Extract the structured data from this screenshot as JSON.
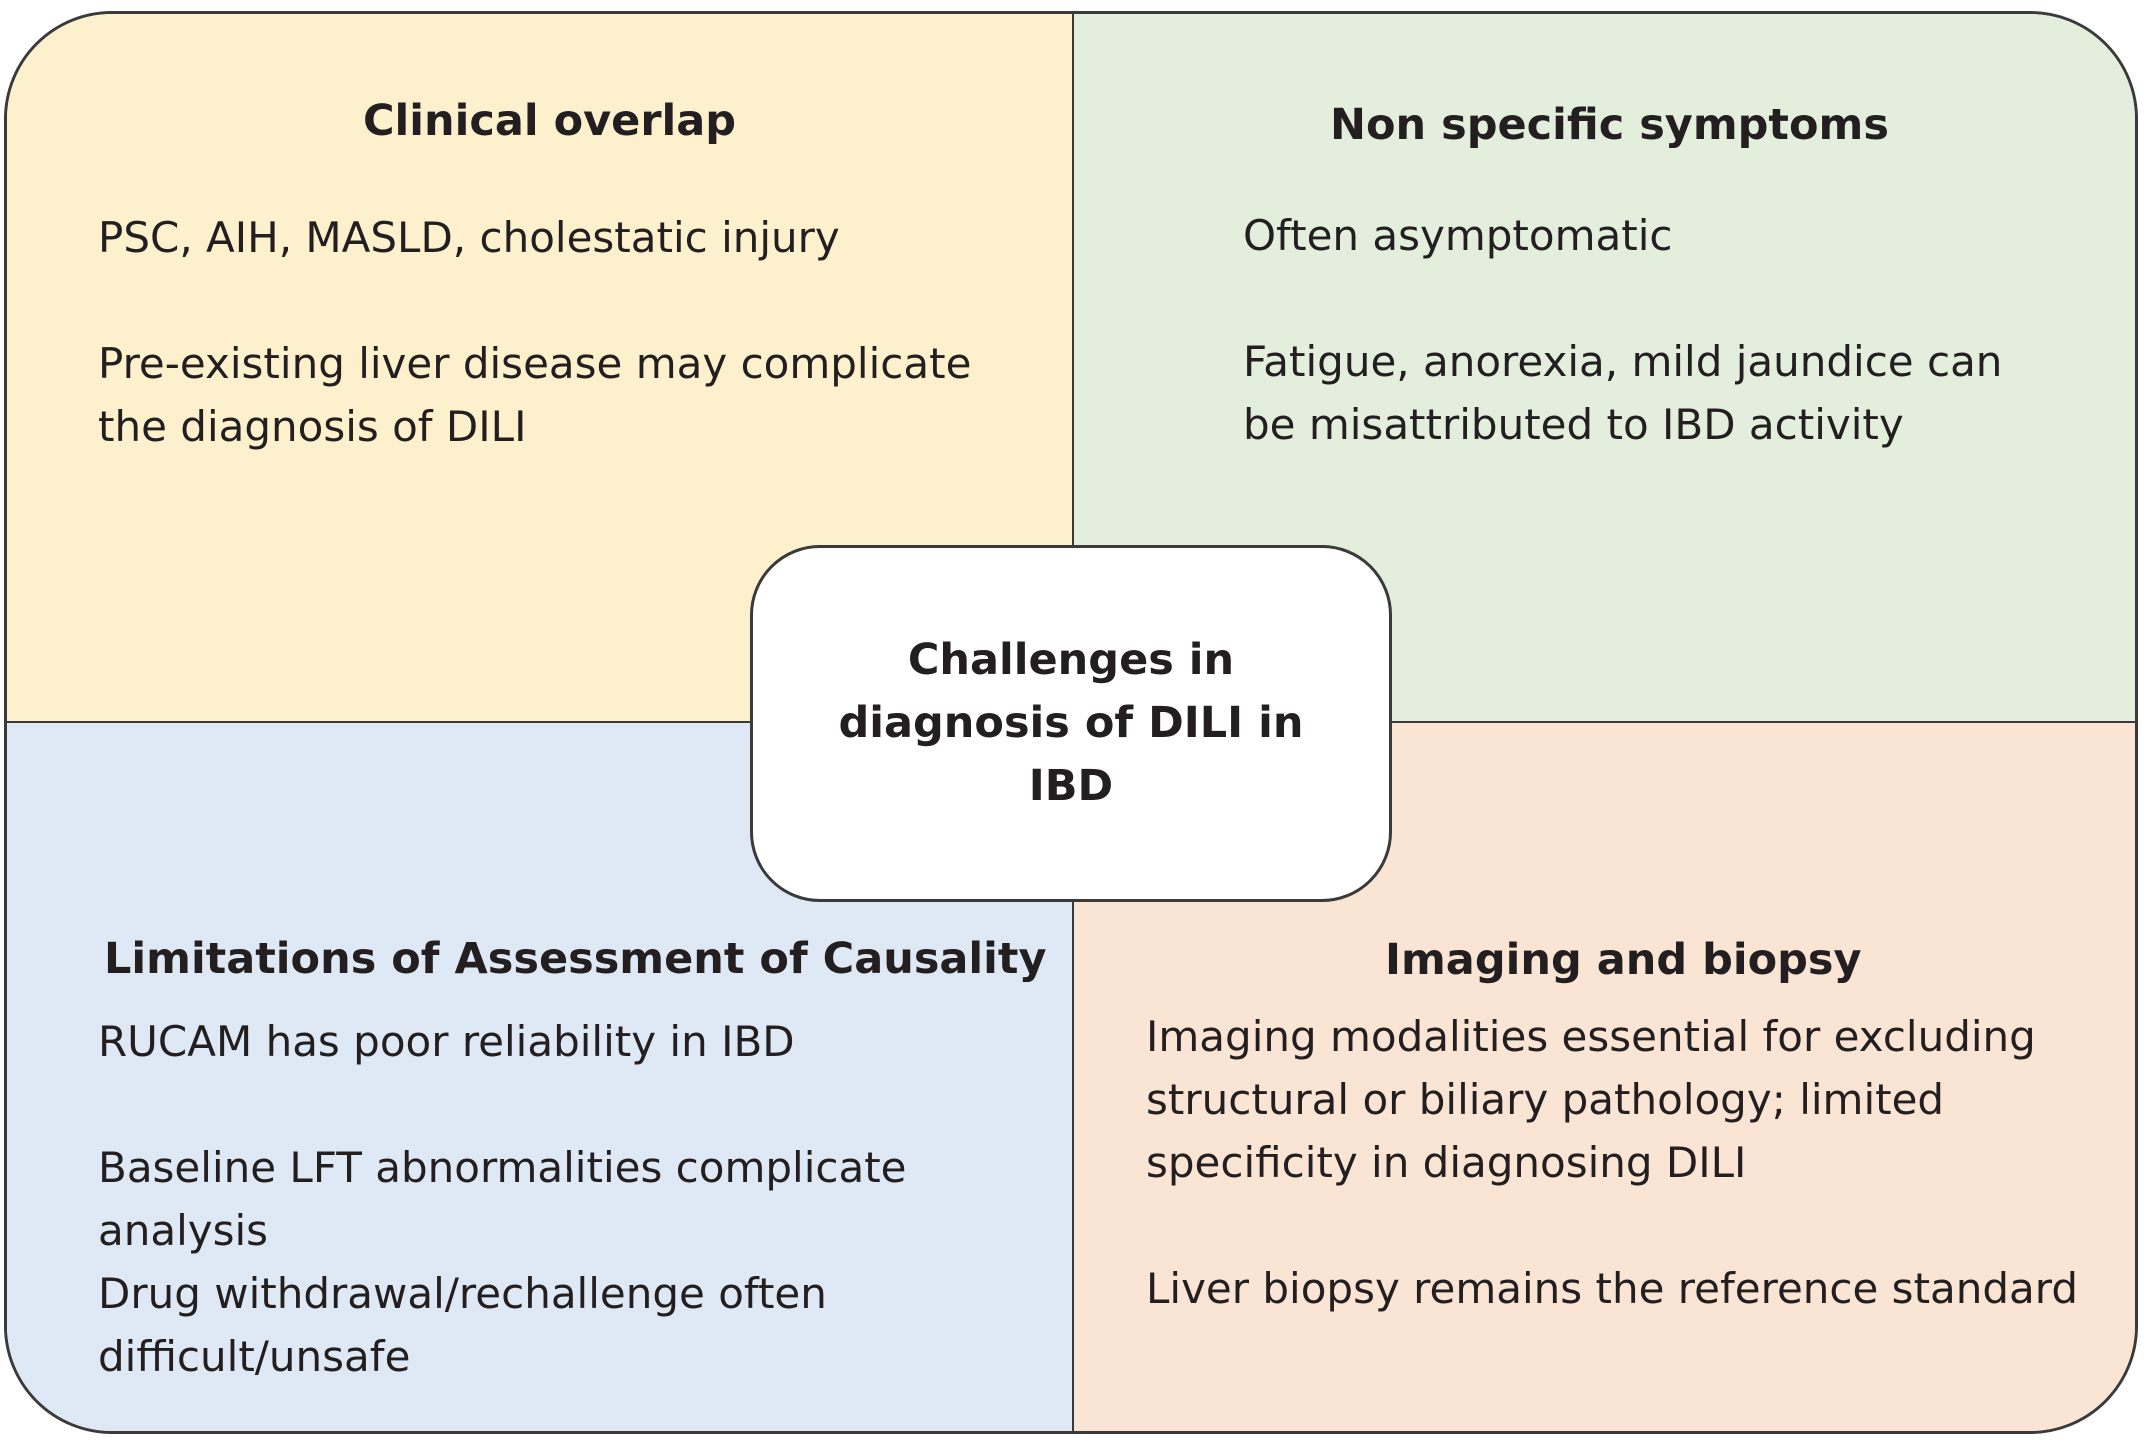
{
  "center": {
    "title": "Challenges in diagnosis of DILI in IBD"
  },
  "quadrants": {
    "clinical_overlap": {
      "heading": "Clinical overlap",
      "points": [
        "PSC, AIH, MASLD, cholestatic injury",
        "Pre-existing liver disease may complicate the diagnosis of DILI"
      ],
      "color": "#fdf1cd"
    },
    "non_specific_symptoms": {
      "heading": "Non specific symptoms",
      "points": [
        "Often asymptomatic",
        "Fatigue, anorexia, mild jaundice can be misattributed to IBD activity"
      ],
      "color": "#e3efdc"
    },
    "limitations": {
      "heading": "Limitations of Assessment of Causality",
      "points": [
        "RUCAM has poor reliability in IBD",
        "Baseline LFT abnormalities complicate analysis",
        "Drug withdrawal/rechallenge often difficult/unsafe"
      ],
      "color": "#dfe9f5"
    },
    "imaging_biopsy": {
      "heading": "Imaging and biopsy",
      "points": [
        "Imaging modalities essential for excluding structural or biliary pathology; limited specificity in diagnosing DILI",
        "Liver biopsy remains the reference standard"
      ],
      "color": "#fae4d4"
    }
  }
}
